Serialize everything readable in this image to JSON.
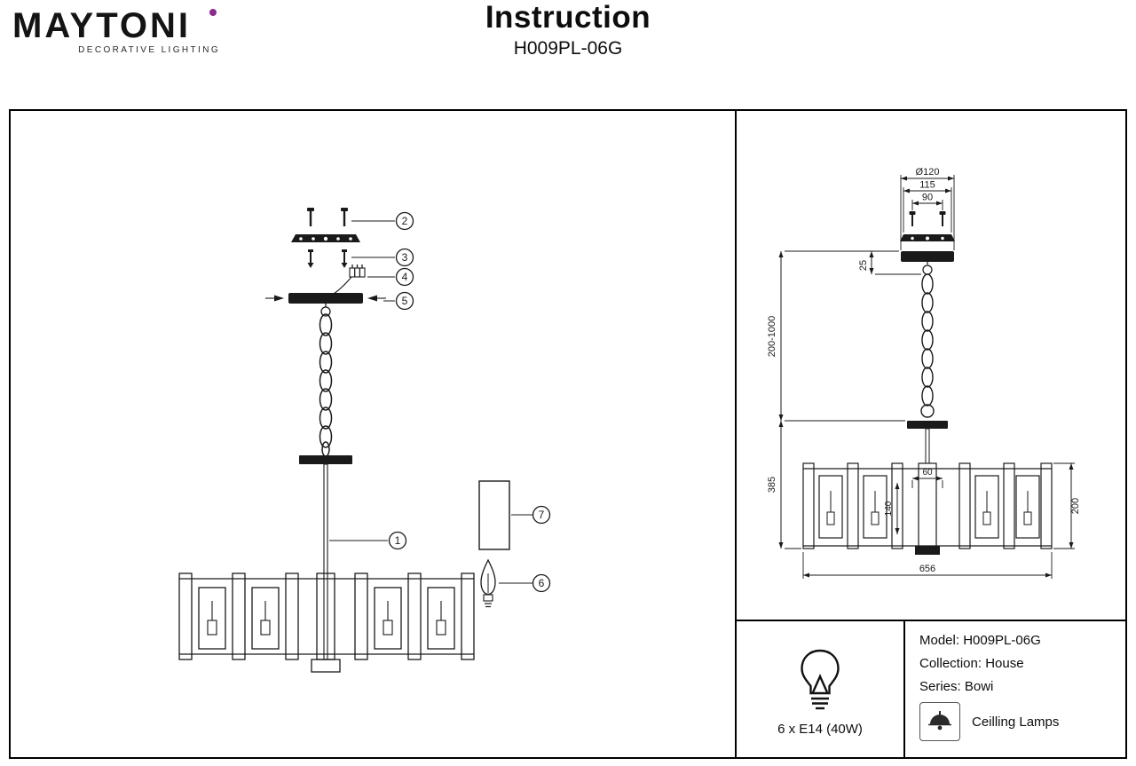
{
  "header": {
    "brand": "MAYTONI",
    "brand_tagline": "DECORATIVE LIGHTING",
    "title": "Instruction",
    "model": "H009PL-06G"
  },
  "diagram": {
    "callouts": [
      "1",
      "2",
      "3",
      "4",
      "5",
      "6",
      "7"
    ]
  },
  "dimensions": {
    "canopy_diameter": "Ø120",
    "plate_width": "115",
    "screw_spacing": "90",
    "canopy_height": "25",
    "suspension_range": "200-1000",
    "hang_height": "385",
    "hub_width": "60",
    "shade_height": "140",
    "body_height": "200",
    "body_diameter": "656"
  },
  "specs": {
    "bulb": "6 x E14 (40W)",
    "model_label": "Model: H009PL-06G",
    "collection_label": "Collection: House",
    "series_label": "Series: Bowi",
    "category_label": "Ceilling Lamps"
  },
  "colors": {
    "line": "#1a1a1a",
    "brand_dot": "#8d2a8f"
  }
}
